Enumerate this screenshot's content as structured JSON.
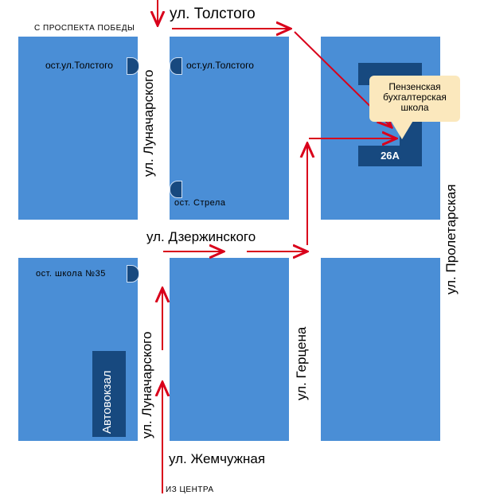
{
  "streets": {
    "tolstogo": "ул. Толстого",
    "lunacharskogo_top": "ул. Луначарского",
    "lunacharskogo_bottom": "ул. Луначарского",
    "dzerzhinskogo": "ул. Дзержинского",
    "gertsena": "ул. Герцена",
    "proletarskaya": "ул. Пролетарская",
    "zhemchuzhnaya": "ул. Жемчужная"
  },
  "directions": {
    "from_pobedy": "С ПРОСПЕКТА ПОБЕДЫ",
    "from_center": "ИЗ ЦЕНТРА"
  },
  "stops": {
    "tolstogo_left": "ост.ул.Толстого",
    "tolstogo_right": "ост.ул.Толстого",
    "strela": "ост. Стрела",
    "school35": "ост. школа №35"
  },
  "buildings": {
    "avtovokzal": "Автовокзал",
    "number": "26А"
  },
  "callout": {
    "line1": "Пензенская",
    "line2": "бухгалтерская",
    "line3": "школа"
  },
  "colors": {
    "block": "#4a8ed6",
    "dark": "#17497f",
    "arrow": "#d9001b",
    "callout": "#fbe8bd"
  }
}
